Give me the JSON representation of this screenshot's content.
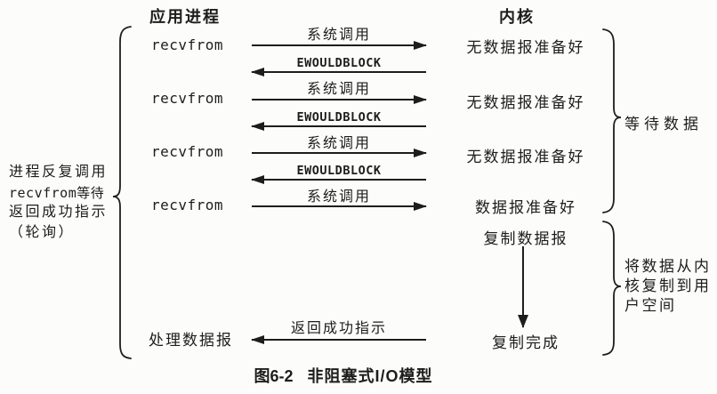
{
  "colors": {
    "ink": "#1d1d1d",
    "background": "#fcfcfa"
  },
  "headers": {
    "app_process": "应用进程",
    "kernel": "内核"
  },
  "app_column": {
    "calls": [
      {
        "label": "recvfrom"
      },
      {
        "label": "recvfrom"
      },
      {
        "label": "recvfrom"
      },
      {
        "label": "recvfrom"
      }
    ],
    "process_datagram": "处理数据报"
  },
  "left_annotation": {
    "lines": [
      "进程反复调用",
      "recvfrom等待",
      "返回成功指示",
      "（轮询）"
    ]
  },
  "arrows": [
    {
      "label": "系统调用",
      "direction": "right"
    },
    {
      "label": "EWOULDBLOCK",
      "direction": "left"
    },
    {
      "label": "系统调用",
      "direction": "right"
    },
    {
      "label": "EWOULDBLOCK",
      "direction": "left"
    },
    {
      "label": "系统调用",
      "direction": "right"
    },
    {
      "label": "EWOULDBLOCK",
      "direction": "left"
    },
    {
      "label": "系统调用",
      "direction": "right"
    },
    {
      "label": "返回成功指示",
      "direction": "left"
    }
  ],
  "kernel_column": {
    "states": [
      {
        "label": "无数据报准备好"
      },
      {
        "label": "无数据报准备好"
      },
      {
        "label": "无数据报准备好"
      },
      {
        "label": "数据报准备好"
      }
    ],
    "copy_start": "复制数据报",
    "copy_done": "复制完成"
  },
  "right_annotations": {
    "wait_data": "等待数据",
    "copy_lines": [
      "将数据从内",
      "核复制到用",
      "户空间"
    ]
  },
  "caption": {
    "number": "图6-2",
    "title": "非阻塞式I/O模型"
  }
}
